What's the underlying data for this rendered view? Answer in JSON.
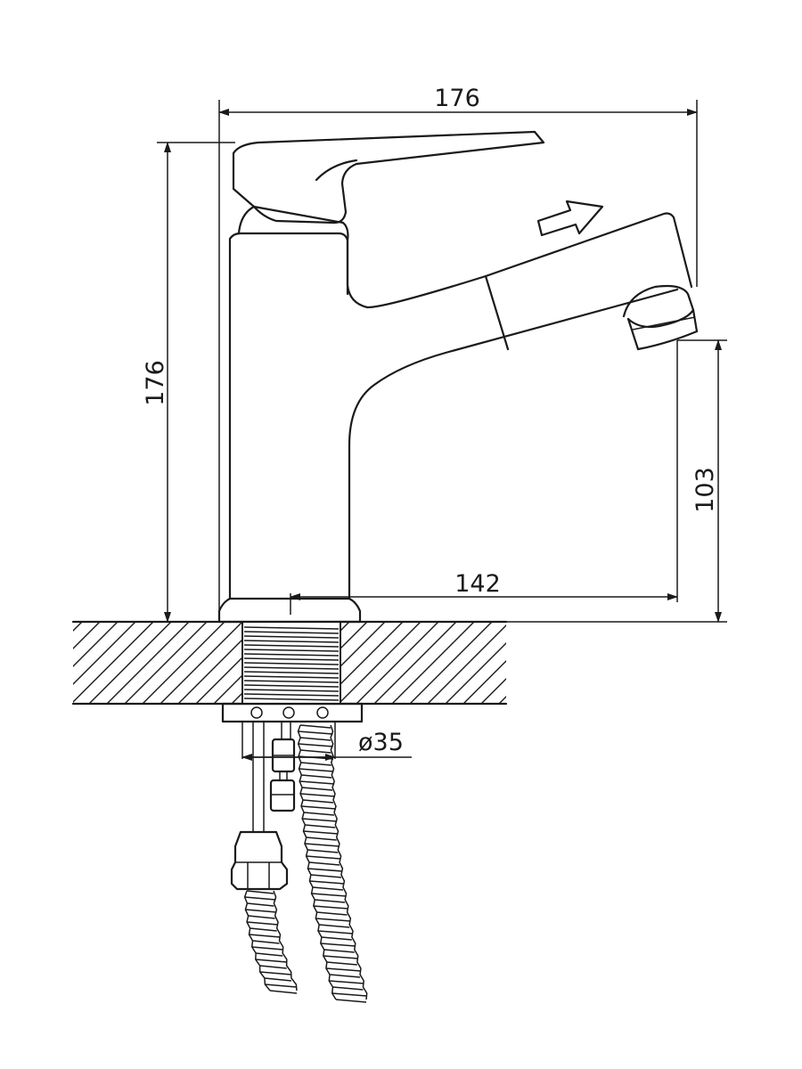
{
  "dimensions": {
    "overall_width": "176",
    "overall_height": "176",
    "spout_height": "103",
    "spout_reach": "142",
    "mount_diameter": "ø35"
  },
  "colors": {
    "ink": "#1a1a1a",
    "background": "#ffffff"
  }
}
